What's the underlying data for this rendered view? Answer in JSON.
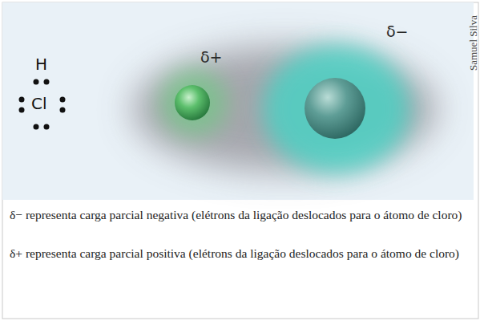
{
  "diagram": {
    "labels": [
      "H",
      "Cl",
      "δ+",
      "δ−",
      "Samuel Silva",
      "δ− representa carga parcial negativa (elétrons da ligação deslocados para o átomo de cloro)",
      "δ+ representa carga parcial positiva (elétrons da ligação deslocados para o átomo de cloro)"
    ]
  }
}
